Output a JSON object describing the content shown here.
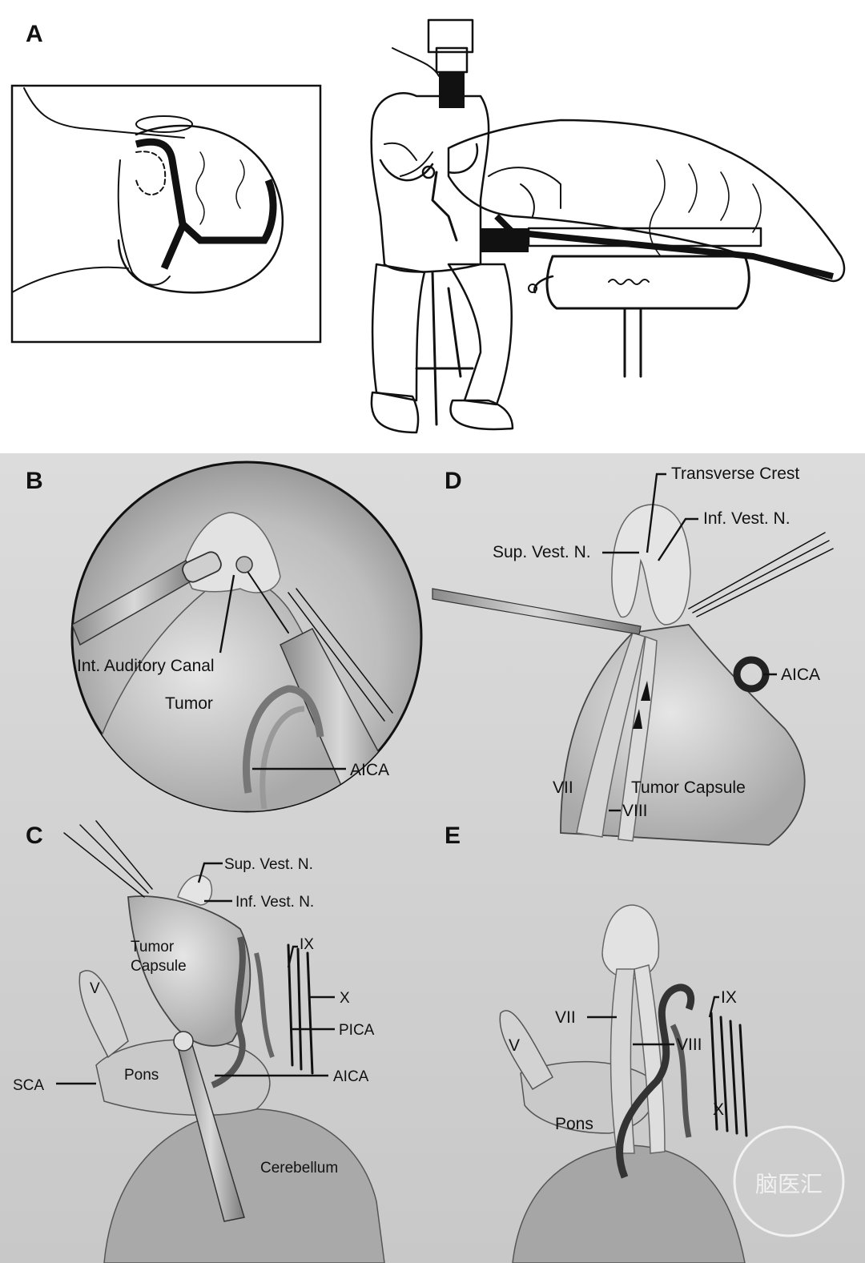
{
  "panels": {
    "a": {
      "letter": "A"
    },
    "b": {
      "letter": "B",
      "labels": {
        "canal": "Int. Auditory Canal",
        "tumor": "Tumor",
        "aica": "AICA"
      }
    },
    "c": {
      "letter": "C",
      "labels": {
        "sup_vest": "Sup. Vest. N.",
        "inf_vest": "Inf. Vest. N.",
        "tumor": "Tumor",
        "capsule": "Capsule",
        "ix": "IX",
        "x": "X",
        "v": "V",
        "pica": "PICA",
        "sca": "SCA",
        "pons": "Pons",
        "aica": "AICA",
        "cerebellum": "Cerebellum"
      }
    },
    "d": {
      "letter": "D",
      "labels": {
        "transverse_crest": "Transverse Crest",
        "inf_vest": "Inf. Vest. N.",
        "sup_vest": "Sup. Vest. N.",
        "aica": "AICA",
        "vii": "VII",
        "tumor_capsule": "Tumor Capsule",
        "viii": "VIII"
      }
    },
    "e": {
      "letter": "E",
      "labels": {
        "vii": "VII",
        "ix": "IX",
        "v": "V",
        "viii": "VIII",
        "pons": "Pons",
        "x": "X"
      }
    }
  },
  "watermark": {
    "text": "脑医汇"
  }
}
